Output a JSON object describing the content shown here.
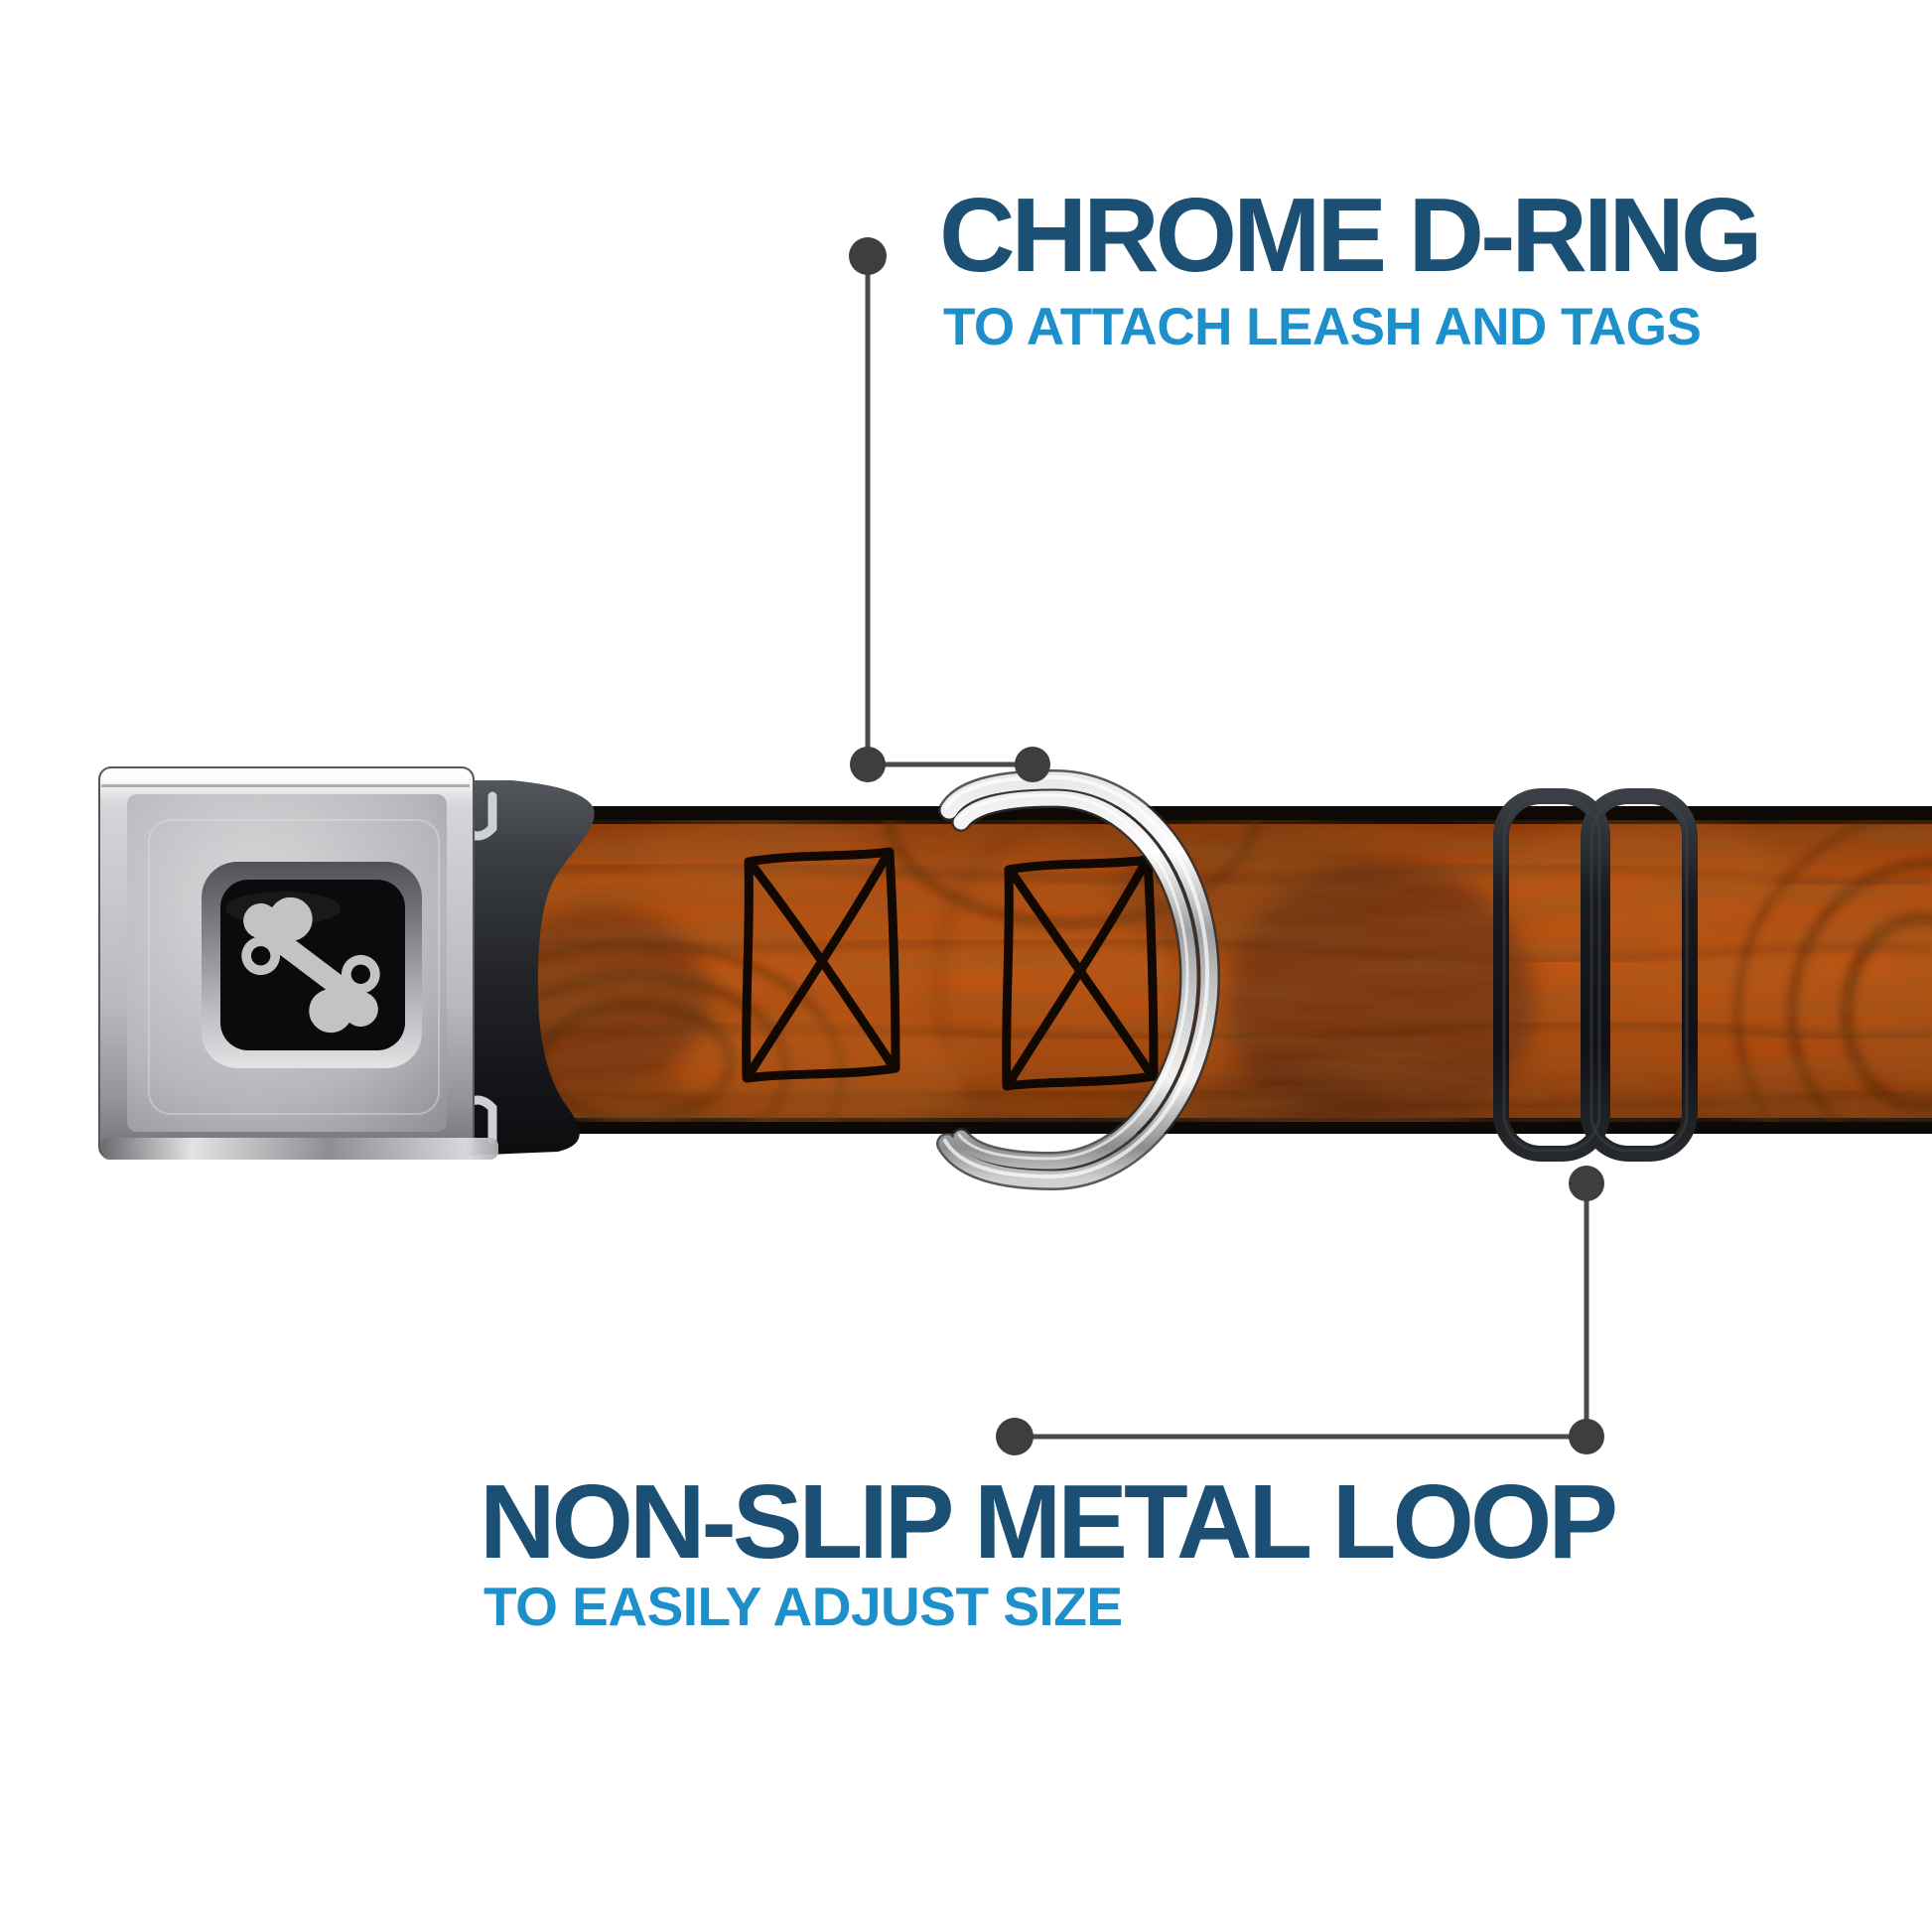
{
  "annotations": {
    "top": {
      "title": "CHROME D-RING",
      "subtitle": "TO ATTACH LEASH AND TAGS"
    },
    "bottom": {
      "title": "NON-SLIP METAL LOOP",
      "subtitle": "TO EASILY ADJUST SIZE"
    }
  },
  "colors": {
    "title_blue": "#1b4f73",
    "subtitle_blue": "#1d8fca",
    "callout_dot": "#3e3e40",
    "callout_line": "#4a4a4c",
    "strap_orange": "#c0500f",
    "strap_grain_dark": "#4f2205",
    "strap_edge_black": "#0e0904",
    "buckle_silver": "#c6c7ca",
    "clasp_dark": "#232529",
    "loop_black": "#17191c",
    "bone_gray": "#c3c3c5",
    "dring_chrome": "#d9d9db"
  },
  "icons": {
    "logo": "dog-bone-icon"
  },
  "parts": {
    "buckle": "seatbelt-buckle",
    "dring": "chrome-d-ring",
    "loop": "non-slip-metal-loop",
    "strap": "wood-grain-collar-strap"
  }
}
